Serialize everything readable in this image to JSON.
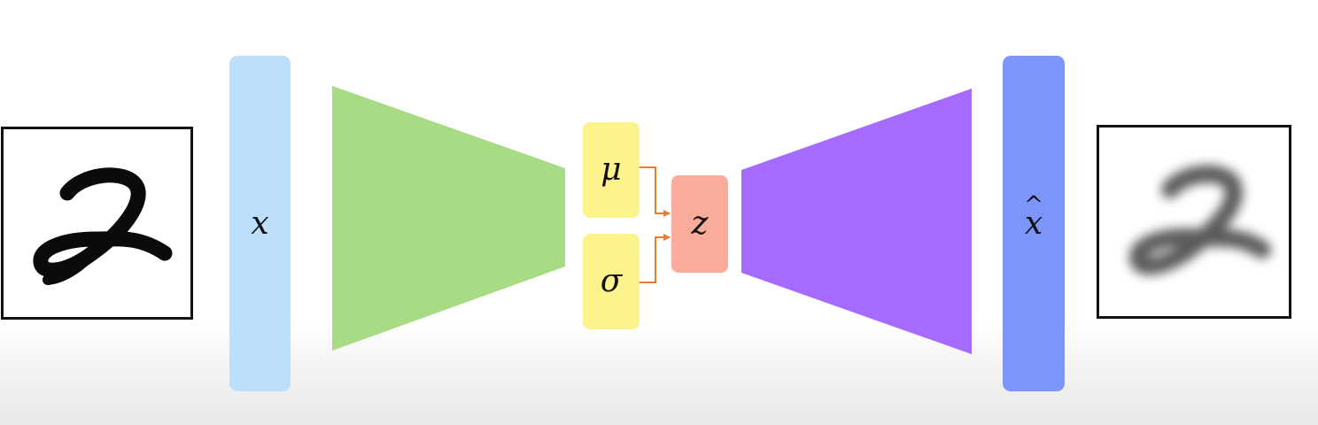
{
  "labels": {
    "input": "x",
    "output": "x",
    "output_hat": "^",
    "mean": "μ",
    "std": "σ",
    "latent": "z"
  },
  "colors": {
    "input_bar": "#bcdffb",
    "encoder": "#a8dc84",
    "mean_std_boxes": "#fcf38c",
    "latent_box": "#fbab9a",
    "decoder": "#a66bfd",
    "output_bar": "#7b95fb",
    "arrows": "#ef7a2c"
  },
  "images": {
    "input": "handwritten-digit-2",
    "output": "blurry-reconstructed-digit-2"
  }
}
